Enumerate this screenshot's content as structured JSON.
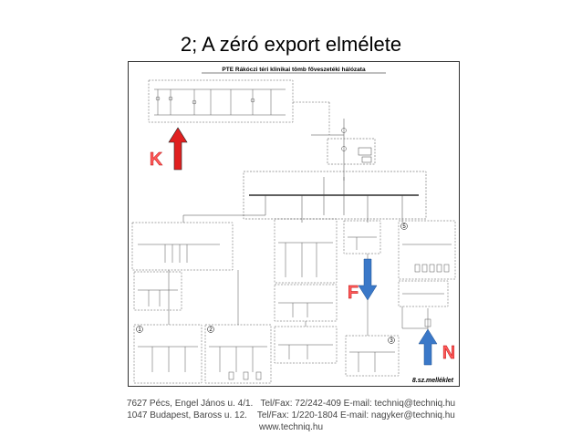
{
  "slide": {
    "title": "2; A zéró export elmélete"
  },
  "diagram": {
    "title": "PTE Rákóczi téri klinikai tömb főveszetéki hálózata",
    "annex_label": "8.sz.melléklet",
    "arrows": [
      {
        "label": "K",
        "direction": "up",
        "color": "#e02020"
      },
      {
        "label": "F",
        "direction": "down",
        "color": "#3a78c8"
      },
      {
        "label": "N",
        "direction": "up",
        "color": "#3a78c8"
      }
    ],
    "markers": [
      "1",
      "2",
      "3",
      "5"
    ]
  },
  "footer": {
    "line1": "7627 Pécs, Engel János u. 4/1.   Tel/Fax: 72/242-409 E-mail: techniq@techniq.hu",
    "line2": "1047 Budapest, Baross u. 12.    Tel/Fax: 1/220-1804 E-mail: nagyker@techniq.hu",
    "line3": "www.techniq.hu"
  }
}
